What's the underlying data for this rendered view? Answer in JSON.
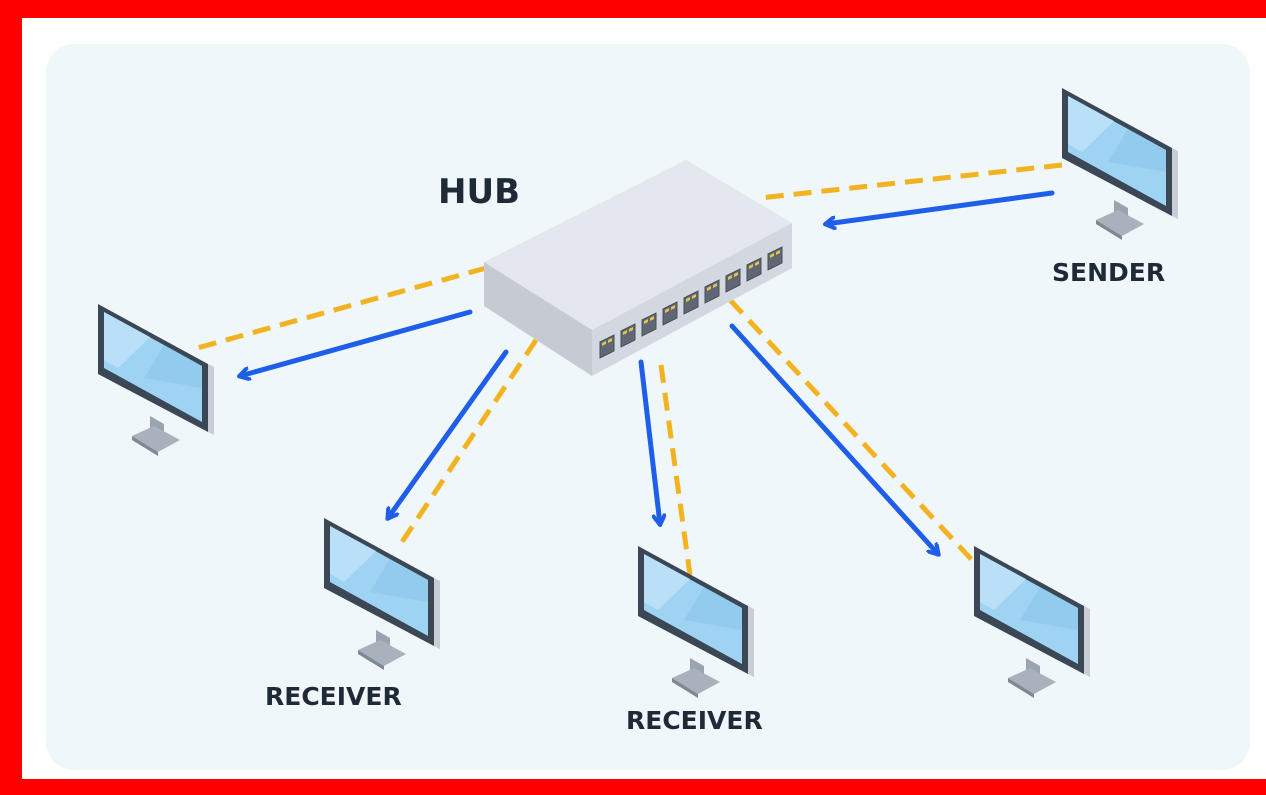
{
  "labels": {
    "hub": "HUB",
    "sender": "SENDER",
    "receiver_1": "RECEIVER",
    "receiver_2": "RECEIVER"
  },
  "icons": {
    "hub": "network-hub-icon",
    "computer": "desktop-monitor-icon"
  },
  "colors": {
    "frame": "#ff0000",
    "panel": "#eff7fb",
    "dashed_link": "#f3b21f",
    "arrow": "#1f5ee8",
    "screen": "#9fd3f3",
    "monitor_body": "#3c4756",
    "hub_body": "#e4e7ed",
    "label": "#1f2a36"
  }
}
